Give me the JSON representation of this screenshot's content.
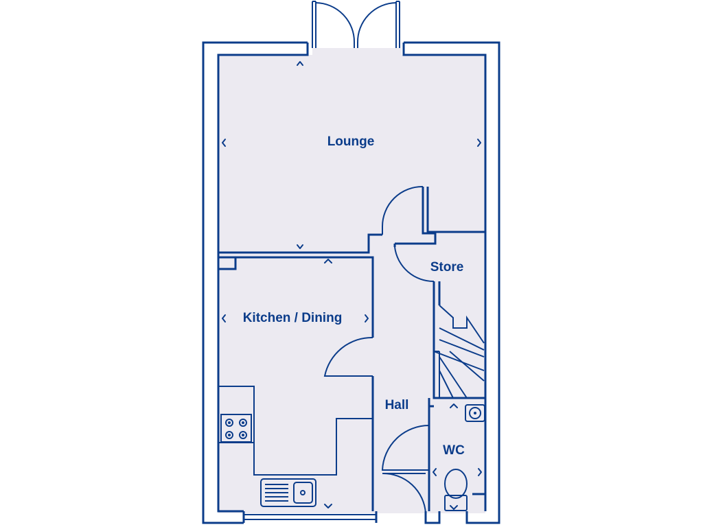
{
  "colors": {
    "wall": "#0b3c8a",
    "floor": "#eceaf1",
    "background": "#ffffff"
  },
  "rooms": {
    "lounge": "Lounge",
    "store": "Store",
    "kitchen": "Kitchen / Dining",
    "hall": "Hall",
    "wc": "WC"
  }
}
